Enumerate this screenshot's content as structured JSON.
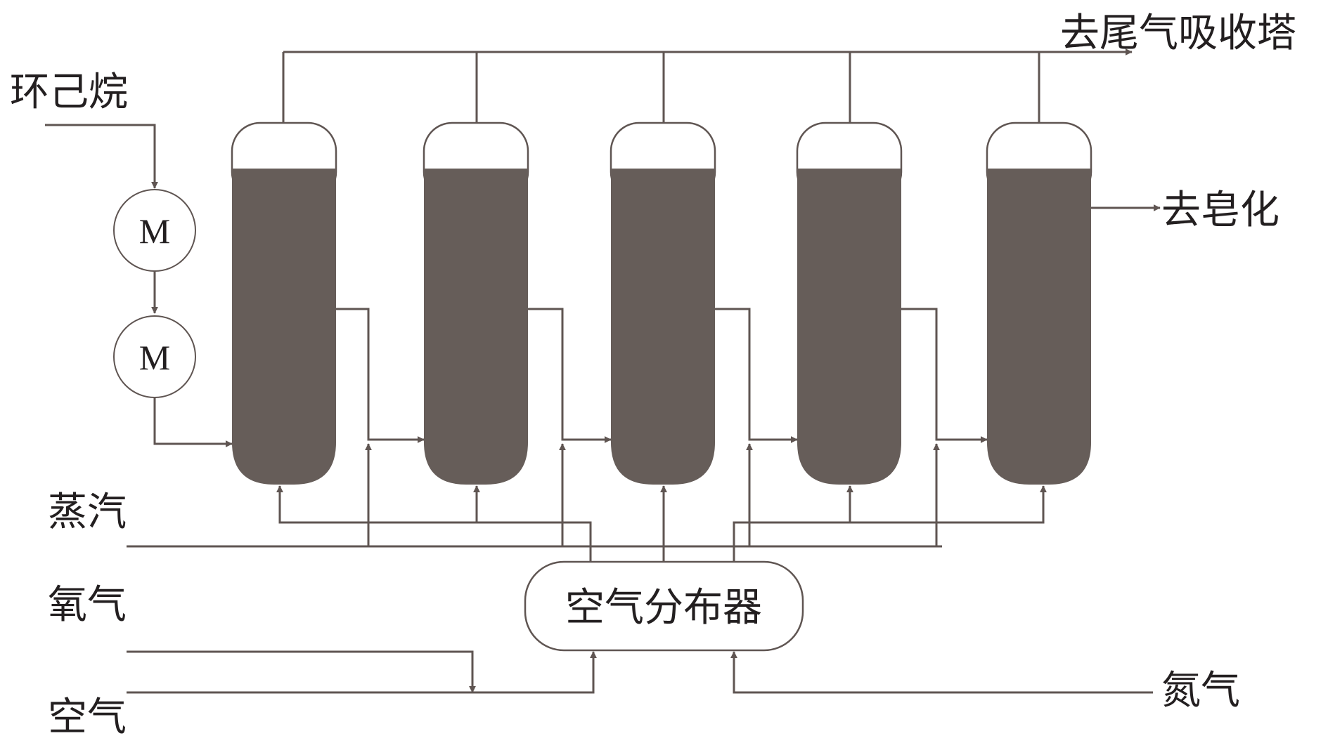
{
  "labels": {
    "cyclohexane": "环己烷",
    "tail_gas": "去尾气吸收塔",
    "saponification": "去皂化",
    "steam": "蒸汽",
    "oxygen": "氧气",
    "air": "空气",
    "nitrogen": "氮气",
    "distributor": "空气分布器"
  },
  "motors": [
    {
      "label": "M"
    },
    {
      "label": "M"
    }
  ],
  "reactor_count": 5,
  "colors": {
    "pipe": "#5f5552",
    "liquid": "#665d59",
    "text": "#231f20"
  }
}
